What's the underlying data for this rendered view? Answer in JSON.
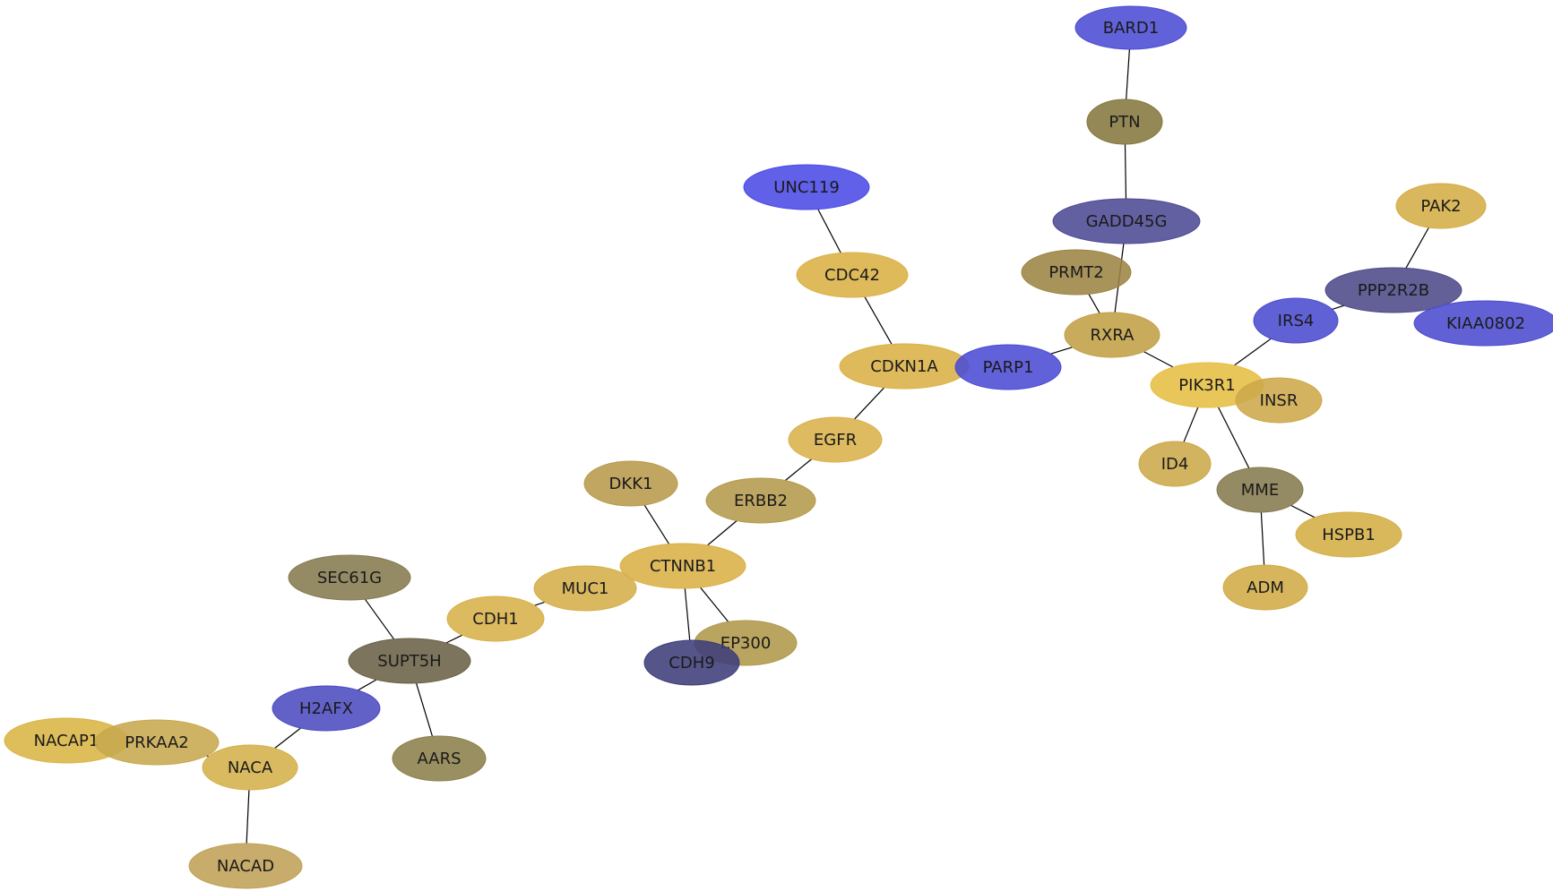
{
  "network": {
    "nodes": [
      {
        "id": "BARD1",
        "label": "BARD1",
        "color": "#4b4bd4"
      },
      {
        "id": "PTN",
        "label": "PTN",
        "color": "#85773f"
      },
      {
        "id": "GADD45G",
        "label": "GADD45G",
        "color": "#4c4a93"
      },
      {
        "id": "UNC119",
        "label": "UNC119",
        "color": "#4a4ae6"
      },
      {
        "id": "PAK2",
        "label": "PAK2",
        "color": "#d4ad45"
      },
      {
        "id": "CDC42",
        "label": "CDC42",
        "color": "#d9b144"
      },
      {
        "id": "PRMT2",
        "label": "PRMT2",
        "color": "#9c8444"
      },
      {
        "id": "PPP2R2B",
        "label": "PPP2R2B",
        "color": "#4c4a88"
      },
      {
        "id": "IRS4",
        "label": "IRS4",
        "color": "#4b4bd0"
      },
      {
        "id": "KIAA0802",
        "label": "KIAA0802",
        "color": "#4b4bcf"
      },
      {
        "id": "RXRA",
        "label": "RXRA",
        "color": "#c29f45"
      },
      {
        "id": "CDKN1A",
        "label": "CDKN1A",
        "color": "#d9b146"
      },
      {
        "id": "PARP1",
        "label": "PARP1",
        "color": "#4b4bd4"
      },
      {
        "id": "PIK3R1",
        "label": "PIK3R1",
        "color": "#e6be42"
      },
      {
        "id": "INSR",
        "label": "INSR",
        "color": "#cda84a"
      },
      {
        "id": "EGFR",
        "label": "EGFR",
        "color": "#d9b14a"
      },
      {
        "id": "ID4",
        "label": "ID4",
        "color": "#cca949"
      },
      {
        "id": "DKK1",
        "label": "DKK1",
        "color": "#b89a4b"
      },
      {
        "id": "ERBB2",
        "label": "ERBB2",
        "color": "#b49a4b"
      },
      {
        "id": "MME",
        "label": "MME",
        "color": "#857a4f"
      },
      {
        "id": "HSPB1",
        "label": "HSPB1",
        "color": "#d4ae46"
      },
      {
        "id": "CTNNB1",
        "label": "CTNNB1",
        "color": "#d9b146"
      },
      {
        "id": "SEC61G",
        "label": "SEC61G",
        "color": "#857a4f"
      },
      {
        "id": "MUC1",
        "label": "MUC1",
        "color": "#d4ae4a"
      },
      {
        "id": "ADM",
        "label": "ADM",
        "color": "#d0ab46"
      },
      {
        "id": "CDH1",
        "label": "CDH1",
        "color": "#d7b049"
      },
      {
        "id": "EP300",
        "label": "EP300",
        "color": "#b0984a"
      },
      {
        "id": "SUPT5H",
        "label": "SUPT5H",
        "color": "#6a6145"
      },
      {
        "id": "CDH9",
        "label": "CDH9",
        "color": "#3d3e7a"
      },
      {
        "id": "H2AFX",
        "label": "H2AFX",
        "color": "#4b4bc0"
      },
      {
        "id": "NACAP1",
        "label": "NACAP1",
        "color": "#d9b444"
      },
      {
        "id": "PRKAA2",
        "label": "PRKAA2",
        "color": "#c7a84e"
      },
      {
        "id": "NACA",
        "label": "NACA",
        "color": "#d4b04a"
      },
      {
        "id": "AARS",
        "label": "AARS",
        "color": "#8c7f4b"
      },
      {
        "id": "NACAD",
        "label": "NACAD",
        "color": "#bfa056"
      }
    ],
    "edges": [
      [
        "BARD1",
        "PTN"
      ],
      [
        "PTN",
        "GADD45G"
      ],
      [
        "GADD45G",
        "RXRA"
      ],
      [
        "PRMT2",
        "RXRA"
      ],
      [
        "UNC119",
        "CDC42"
      ],
      [
        "CDC42",
        "CDKN1A"
      ],
      [
        "PARP1",
        "RXRA"
      ],
      [
        "RXRA",
        "PIK3R1"
      ],
      [
        "PAK2",
        "PPP2R2B"
      ],
      [
        "PPP2R2B",
        "IRS4"
      ],
      [
        "IRS4",
        "PIK3R1"
      ],
      [
        "PIK3R1",
        "ID4"
      ],
      [
        "PIK3R1",
        "MME"
      ],
      [
        "MME",
        "HSPB1"
      ],
      [
        "MME",
        "ADM"
      ],
      [
        "CDKN1A",
        "EGFR"
      ],
      [
        "EGFR",
        "ERBB2"
      ],
      [
        "ERBB2",
        "CTNNB1"
      ],
      [
        "DKK1",
        "CTNNB1"
      ],
      [
        "CTNNB1",
        "MUC1"
      ],
      [
        "CTNNB1",
        "CDH9"
      ],
      [
        "CTNNB1",
        "EP300"
      ],
      [
        "MUC1",
        "CDH1"
      ],
      [
        "CDH1",
        "SUPT5H"
      ],
      [
        "SEC61G",
        "SUPT5H"
      ],
      [
        "SUPT5H",
        "H2AFX"
      ],
      [
        "SUPT5H",
        "AARS"
      ],
      [
        "H2AFX",
        "NACA"
      ],
      [
        "PRKAA2",
        "NACA"
      ],
      [
        "NACA",
        "NACAD"
      ]
    ]
  }
}
